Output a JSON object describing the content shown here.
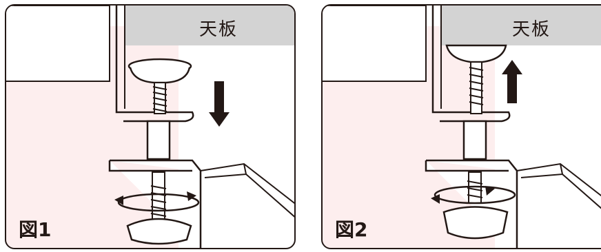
{
  "figures": [
    {
      "board_label": "天板",
      "figure_label": "図1",
      "screw_direction": "down"
    },
    {
      "board_label": "天板",
      "figure_label": "図2",
      "screw_direction": "up"
    }
  ],
  "colors": {
    "line": "#231815",
    "board": "#d3d3d3",
    "watermark": "#f7d6d6"
  }
}
